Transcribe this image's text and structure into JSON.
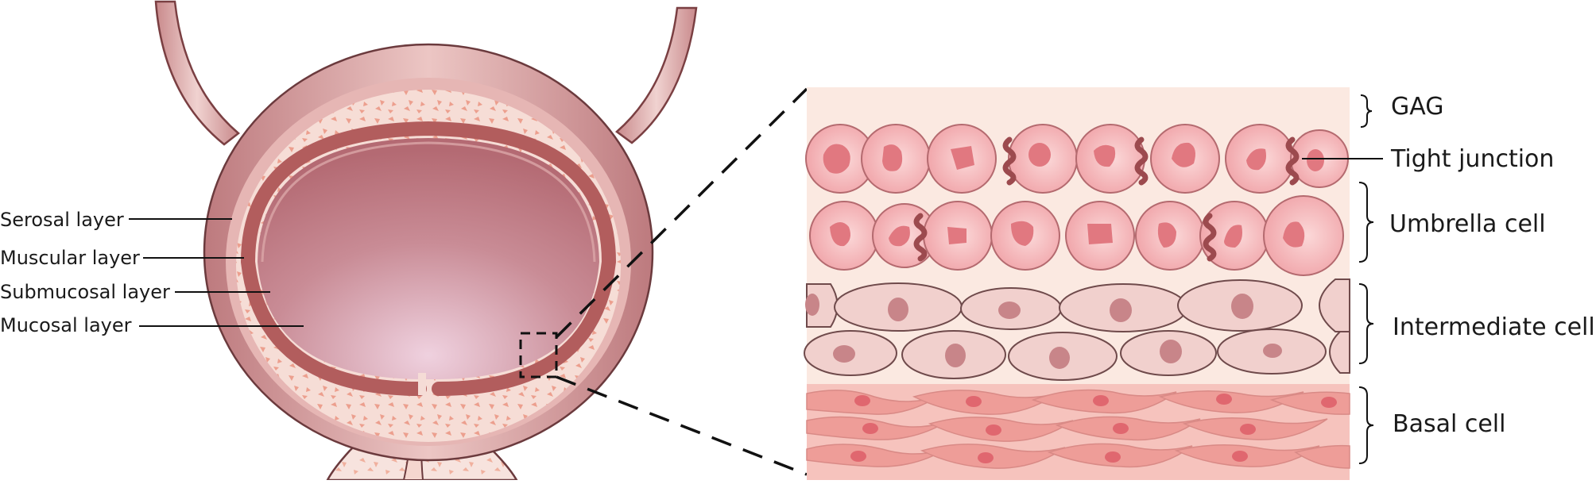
{
  "bladder_labels": {
    "serosal": "Serosal layer",
    "muscular": "Muscular layer",
    "submucosal": "Submucosal layer",
    "mucosal": "Mucosal layer"
  },
  "urothelium_labels": {
    "gag": "GAG",
    "tight_junction": "Tight junction",
    "umbrella": "Umbrella cell",
    "intermediate": "Intermediate cell",
    "basal": "Basal cell"
  },
  "colors": {
    "outer_wall": "#c98a8c",
    "submucosa": "#f5dcd6",
    "muscle_ring": "#b75f5e",
    "lumen": "#c7848a",
    "gag_layer": "#fbe9e1",
    "umbrella_cell": "#f3a7ab",
    "nucleus": "#e0767c",
    "junction": "#9c4a4e",
    "intermediate_cell": "#f1d0cd",
    "basal_cell": "#ee9d98"
  }
}
